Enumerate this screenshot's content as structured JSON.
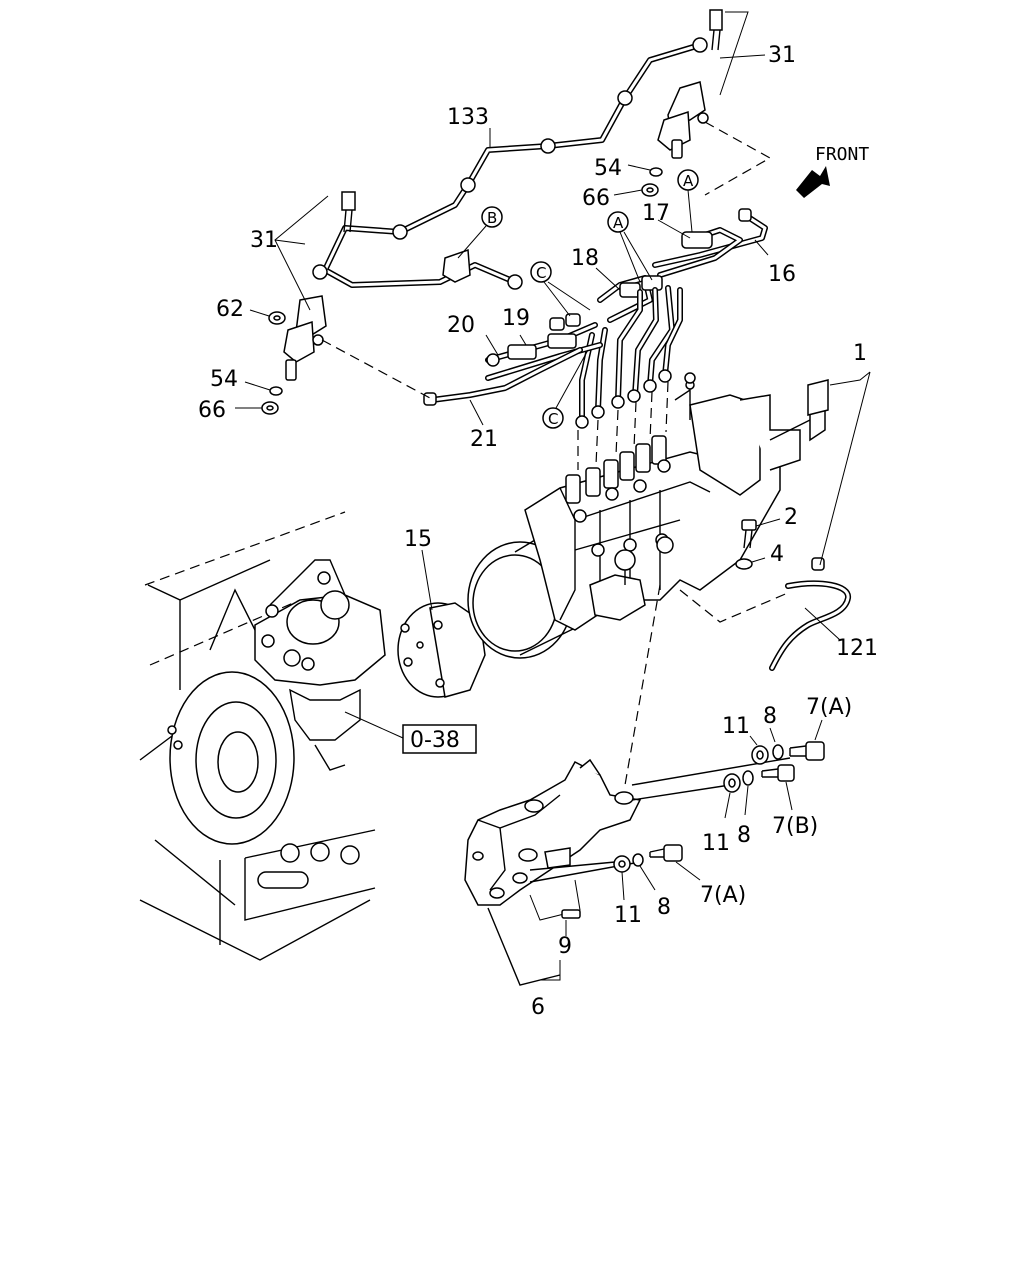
{
  "labels": {
    "l31a": "31",
    "l31b": "31",
    "l133": "133",
    "l54a": "54",
    "l54b": "54",
    "l66a": "66",
    "l66b": "66",
    "l62": "62",
    "l17": "17",
    "l16": "16",
    "l18": "18",
    "l20": "20",
    "l19": "19",
    "l21": "21",
    "l1": "1",
    "l2": "2",
    "l4": "4",
    "l15": "15",
    "l121": "121",
    "l038": "0-38",
    "l11a": "11",
    "l11b": "11",
    "l11c": "11",
    "l8a": "8",
    "l8b": "8",
    "l8c": "8",
    "l7a1": "7(A)",
    "l7b": "7(B)",
    "l7a2": "7(A)",
    "l9": "9",
    "l6": "6"
  },
  "circled": {
    "a1": "A",
    "a2": "A",
    "b": "B",
    "c1": "C",
    "c2": "C"
  },
  "front_label": "FRONT",
  "colors": {
    "ink": "#000000",
    "paper": "#ffffff"
  }
}
